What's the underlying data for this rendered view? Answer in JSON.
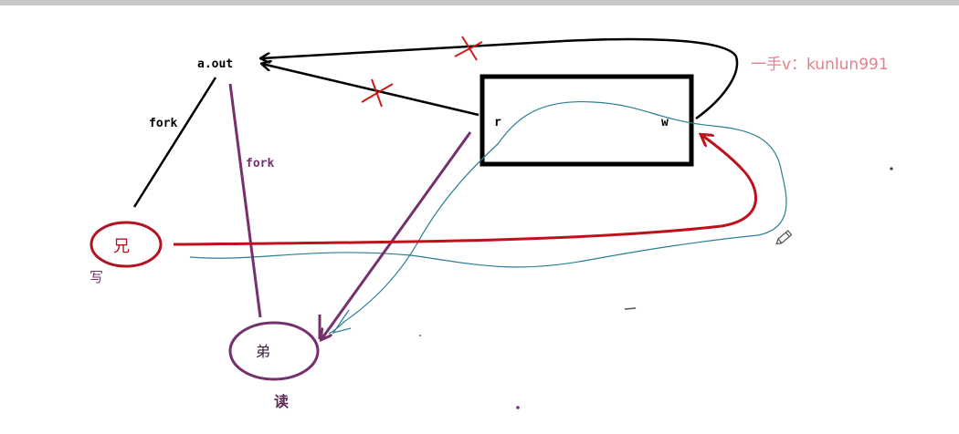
{
  "labels": {
    "aout": "a.out",
    "fork_left": "fork",
    "fork_middle": "fork",
    "pipe_read": "r",
    "pipe_write": "w",
    "elder_brother": "兄",
    "write_label": "写",
    "younger_brother": "弟",
    "read_label": "读"
  },
  "watermark": "一手v：kunlun991",
  "colors": {
    "black": "#000000",
    "red": "#c0101c",
    "cross_red": "#cc1b1b",
    "purple": "#76306e",
    "teal": "#2a7e96",
    "watermark": "#e06a74"
  }
}
